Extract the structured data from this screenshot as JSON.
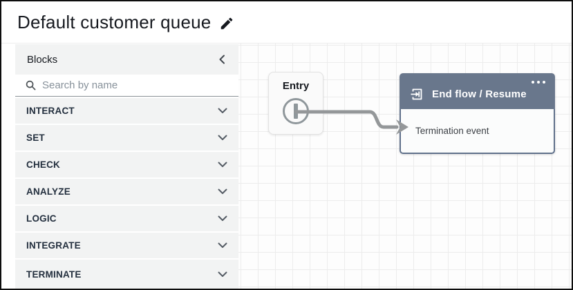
{
  "page": {
    "title": "Default customer queue",
    "edit_icon": "pencil-icon"
  },
  "sidebar": {
    "header": "Blocks",
    "collapse_icon": "chevron-left-icon",
    "search": {
      "placeholder": "Search by name",
      "icon": "search-icon"
    },
    "sections": [
      "INTERACT",
      "SET",
      "CHECK",
      "ANALYZE",
      "LOGIC",
      "INTEGRATE",
      "TERMINATE"
    ],
    "section_icon": "chevron-down-icon"
  },
  "canvas": {
    "entry": {
      "label": "Entry",
      "port_icon": "entry-port-icon"
    },
    "end_flow": {
      "title": "End flow / Resume",
      "icon": "end-flow-icon",
      "menu_icon": "ellipsis-icon",
      "event": "Termination event"
    }
  },
  "colors": {
    "block_header": "#69778c",
    "block_border": "#5f708a",
    "connector": "#949799",
    "sidebar_row": "#f2f3f3",
    "grid_line": "#ececec",
    "text_dark": "#16191f",
    "frame_border": "#0d0d0d"
  }
}
